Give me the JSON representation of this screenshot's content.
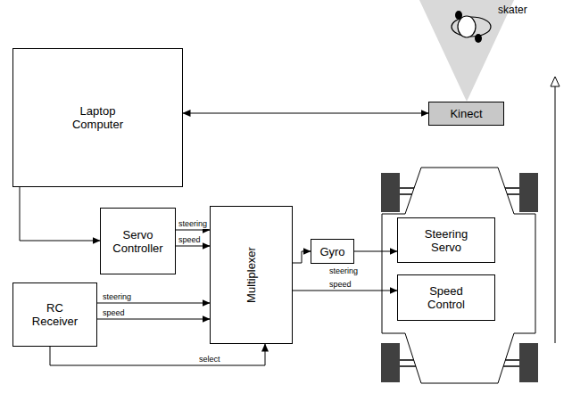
{
  "diagram": {
    "nodes": [
      {
        "text": [
          "Laptop Computer"
        ]
      },
      {
        "text": [
          "Kinect"
        ]
      },
      {
        "text": [
          "Servo Controller"
        ]
      },
      {
        "text": [
          "RC Receiver"
        ]
      },
      {
        "text": [
          "Multiplexer"
        ]
      },
      {
        "text": [
          "Gyro"
        ]
      },
      {
        "text": [
          "Steering Servo"
        ]
      },
      {
        "text": [
          "Speed Control"
        ]
      }
    ],
    "edges": [
      {
        "from": 0,
        "to": 1,
        "arrow": "both"
      },
      {
        "from": 0,
        "to": 2,
        "arrow": "to"
      },
      {
        "from": 2,
        "to": 4,
        "label": "steering",
        "arrow": "to"
      },
      {
        "from": 2,
        "to": 4,
        "label": "speed",
        "arrow": "to"
      },
      {
        "from": 3,
        "to": 4,
        "label": "steering",
        "arrow": "to"
      },
      {
        "from": 3,
        "to": 4,
        "label": "speed",
        "arrow": "to"
      },
      {
        "from": 3,
        "to": 4,
        "label": "select",
        "arrow": "to"
      },
      {
        "from": 4,
        "to": 5,
        "label": "steering",
        "arrow": "to"
      },
      {
        "from": 4,
        "to": 7,
        "label": "speed",
        "arrow": "to"
      },
      {
        "from": 5,
        "to": 6,
        "arrow": "to"
      }
    ],
    "labels": [
      "skater"
    ]
  }
}
